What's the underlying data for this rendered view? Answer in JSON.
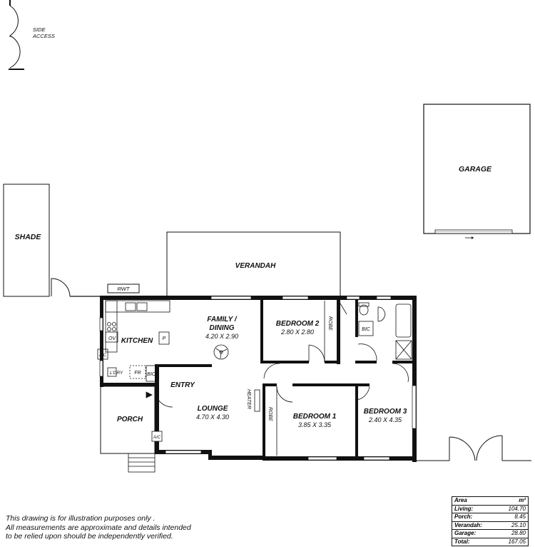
{
  "labels": {
    "side_access_1": "SIDE",
    "side_access_2": "ACCESS",
    "garage": "GARAGE",
    "shade": "SHADE",
    "verandah": "VERANDAH",
    "rwt": "RWT",
    "family_1": "FAMILY /",
    "family_2": "DINING",
    "family_dim": "4.20 X 2.90",
    "bedroom2": "BEDROOM 2",
    "bedroom2_dim": "2.80 X 2.80",
    "robe_v1": "ROBE",
    "robe_v2": "ROBE",
    "kitchen": "KITCHEN",
    "ov": "OV",
    "p": "P",
    "ac1": "A/C",
    "ac2": "A/C",
    "ldry": "L'DRY",
    "fr": "FR",
    "bic1": "BIC",
    "bic2": "BIC",
    "entry": "ENTRY",
    "lounge": "LOUNGE",
    "lounge_dim": "4.70 X 4.30",
    "heater": "HEATER",
    "porch": "PORCH",
    "bedroom1": "BEDROOM 1",
    "bedroom1_dim": "3.85 X 3.35",
    "bedroom3": "BEDROOM 3",
    "bedroom3_dim": "2.40 X 4.35"
  },
  "disclaimer": [
    "This drawing is for illustration purposes only .",
    "All measurements are approximate and details intended",
    "to be relied upon should be independently verified."
  ],
  "area_table": {
    "header": {
      "label": "Area",
      "unit": "m²"
    },
    "rows": [
      {
        "label": "Living:",
        "value": "104.70"
      },
      {
        "label": "Porch:",
        "value": "8.45"
      },
      {
        "label": "Verandah:",
        "value": "25.10"
      },
      {
        "label": "Garage:",
        "value": "28.80"
      },
      {
        "label": "Total:",
        "value": "167.05"
      }
    ]
  }
}
